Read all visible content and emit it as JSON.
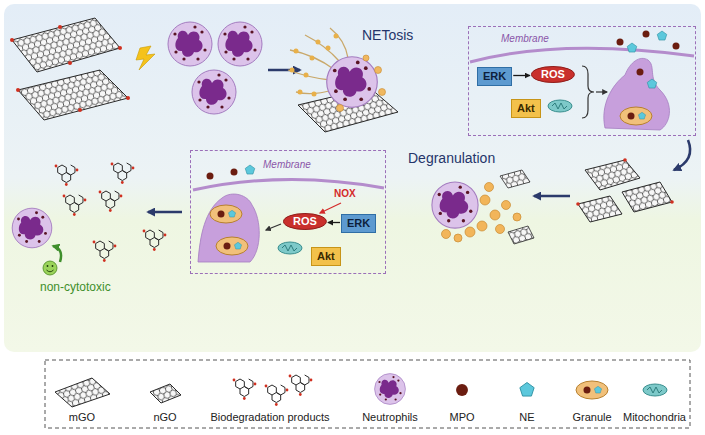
{
  "diagram": {
    "nodes": [
      {
        "text": [
          "Membrane"
        ]
      },
      {
        "text": [
          "ERK"
        ],
        "in": 0
      },
      {
        "text": [
          "ROS"
        ],
        "in": 0
      },
      {
        "text": [
          "Akt"
        ],
        "in": 0
      },
      {
        "text": [
          "Membrane"
        ]
      },
      {
        "text": [
          "ROS"
        ],
        "in": 4
      },
      {
        "text": [
          "ERK"
        ],
        "in": 4
      },
      {
        "text": [
          "Akt"
        ],
        "in": 4
      }
    ],
    "edges": [
      {
        "from": 1,
        "to": 2,
        "arrow": "to"
      },
      {
        "from": 6,
        "to": 5,
        "arrow": "to"
      }
    ],
    "labels": [
      "NETosis",
      "Degranulation",
      "NOX",
      "non-cytotoxic"
    ],
    "legend": [
      {
        "text": "mGO"
      },
      {
        "text": "nGO"
      },
      {
        "text": "Biodegradation products"
      },
      {
        "text": "Neutrophils"
      },
      {
        "text": "MPO"
      },
      {
        "text": "NE"
      },
      {
        "text": "Granule"
      },
      {
        "text": "Mitochondria"
      }
    ]
  }
}
